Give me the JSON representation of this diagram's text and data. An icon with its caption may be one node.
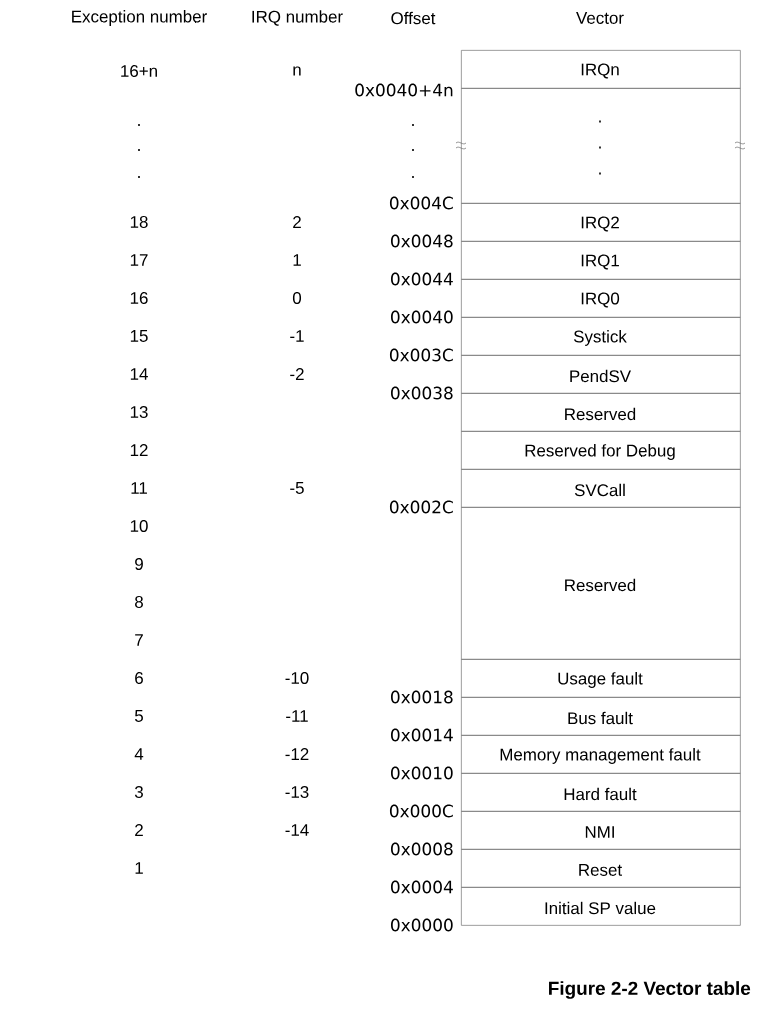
{
  "diagram": {
    "caption": "Figure 2-2 Vector table",
    "nodes": [
      {
        "text": [
          "IRQn"
        ]
      },
      {
        "text": [
          ".",
          ".",
          "."
        ]
      },
      {
        "text": [
          "IRQ2"
        ]
      },
      {
        "text": [
          "IRQ1"
        ]
      },
      {
        "text": [
          "IRQ0"
        ]
      },
      {
        "text": [
          "Systick"
        ]
      },
      {
        "text": [
          "PendSV"
        ]
      },
      {
        "text": [
          "Reserved"
        ]
      },
      {
        "text": [
          "Reserved for Debug"
        ]
      },
      {
        "text": [
          "SVCall"
        ]
      },
      {
        "text": [
          "Reserved"
        ]
      },
      {
        "text": [
          "Usage fault"
        ]
      },
      {
        "text": [
          "Bus fault"
        ]
      },
      {
        "text": [
          "Memory management fault"
        ]
      },
      {
        "text": [
          "Hard fault"
        ]
      },
      {
        "text": [
          "NMI"
        ]
      },
      {
        "text": [
          "Reset"
        ]
      },
      {
        "text": [
          "Initial SP value"
        ]
      }
    ],
    "labels": [
      "Exception number",
      "IRQ number",
      "Offset",
      "Vector",
      "16+n",
      "n",
      "0x0040+4n",
      ".",
      ".",
      ".",
      ".",
      ".",
      ".",
      "0x004C",
      "18",
      "2",
      "0x0048",
      "17",
      "1",
      "0x0044",
      "16",
      "0",
      "0x0040",
      "15",
      "-1",
      "0x003C",
      "14",
      "-2",
      "0x0038",
      "13",
      "12",
      "11",
      "-5",
      "0x002C",
      "10",
      "9",
      "8",
      "7",
      "6",
      "-10",
      "0x0018",
      "5",
      "-11",
      "0x0014",
      "4",
      "-12",
      "0x0010",
      "3",
      "-13",
      "0x000C",
      "2",
      "-14",
      "0x0008",
      "1",
      "0x0004",
      "0x0000"
    ]
  }
}
